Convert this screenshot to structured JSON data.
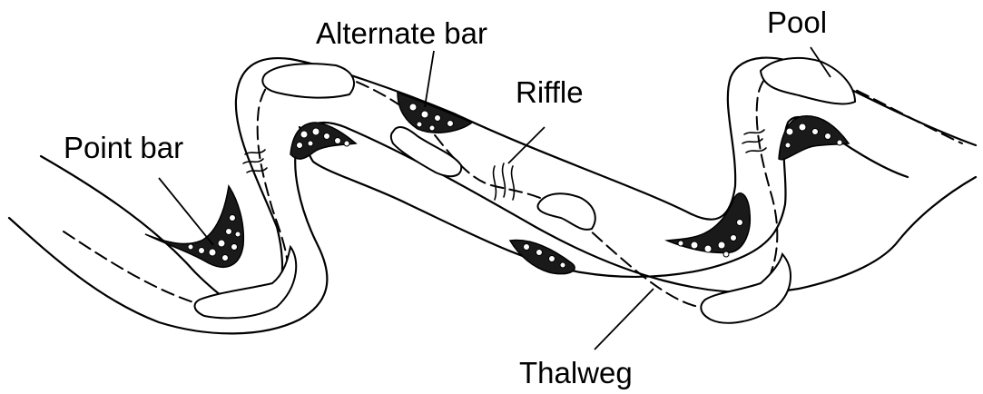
{
  "labels": {
    "alternate_bar": "Alternate bar",
    "pool": "Pool",
    "riffle": "Riffle",
    "point_bar": "Point bar",
    "thalweg": "Thalweg"
  },
  "colors": {
    "line": "#000000",
    "background": "#ffffff",
    "gravel": "#1a1a1a"
  }
}
